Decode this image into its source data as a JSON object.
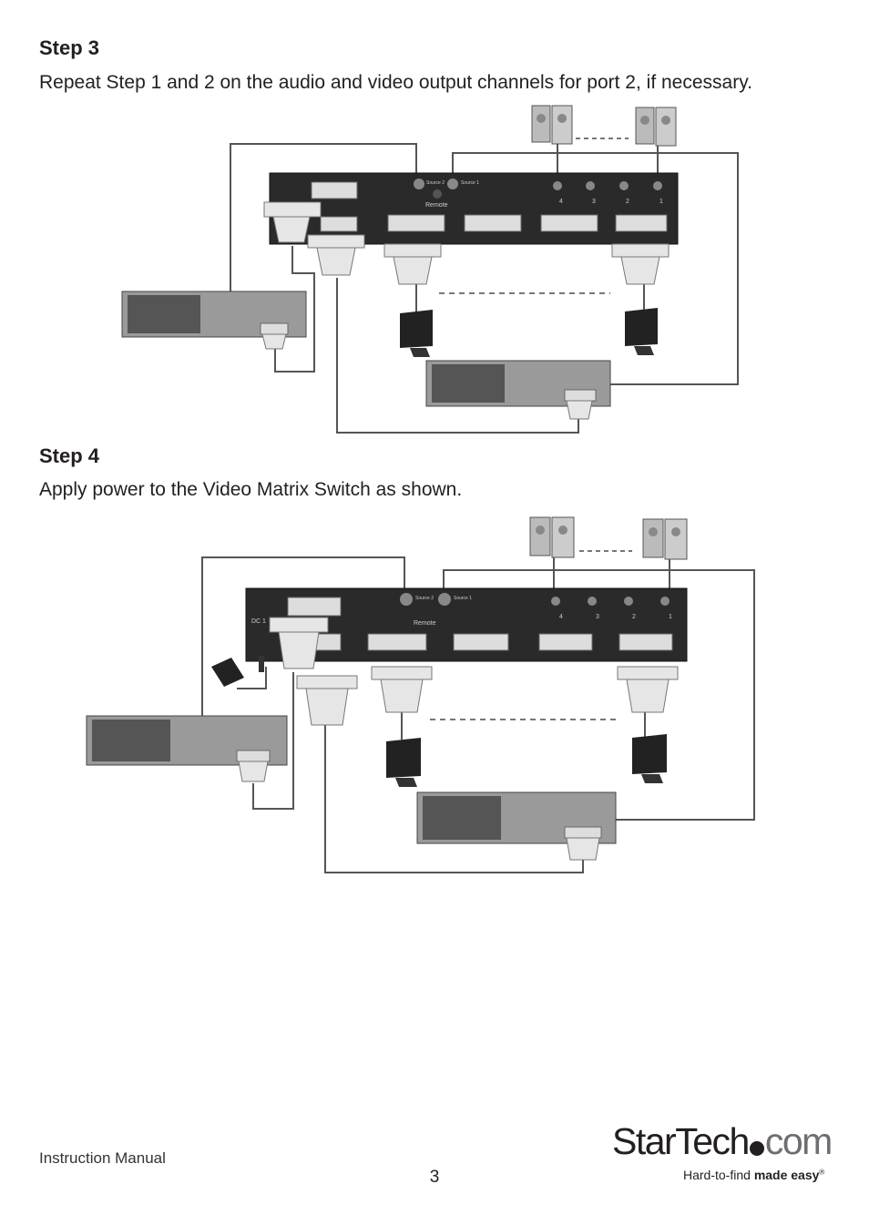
{
  "step3": {
    "heading": "Step 3",
    "text": "Repeat Step 1 and 2 on the audio and video output channels for port 2, if necessary."
  },
  "step4": {
    "heading": "Step 4",
    "text": "Apply power to the Video Matrix Switch as shown."
  },
  "switch_labels": {
    "source2": "Source 2",
    "source1": "Source 1",
    "remote": "Remote",
    "dc": "DC 1",
    "ports": [
      "4",
      "3",
      "2",
      "1"
    ]
  },
  "footer": {
    "manual": "Instruction Manual",
    "page": "3",
    "logo_main": "StarTech",
    "logo_com": "com",
    "tagline_a": "Hard-to-find ",
    "tagline_b": "made easy",
    "tagline_reg": "®"
  }
}
